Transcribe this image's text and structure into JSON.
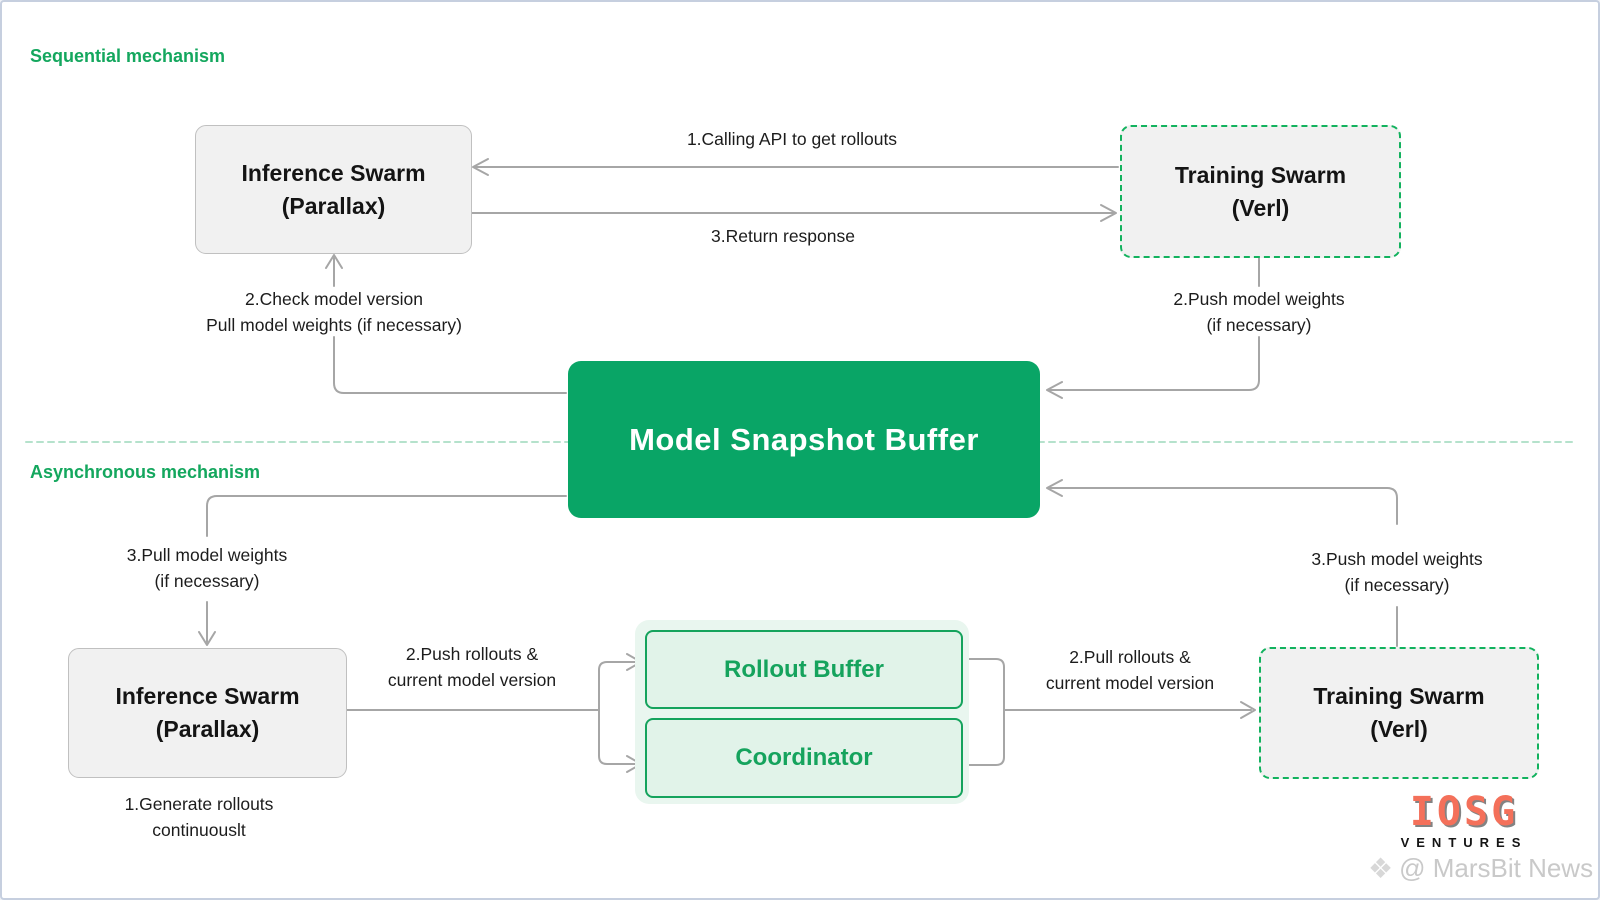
{
  "colors": {
    "accent_green": "#14a75e",
    "buffer_green": "#09a566",
    "light_green_fill": "#e1f3e9",
    "group_green_fill": "#e9f6ef",
    "green_border": "#12b25e",
    "line_gray": "#a6a6a6",
    "box_gray_fill": "#f1f1f1",
    "box_gray_border": "#c0c0c0",
    "logo_red": "#f4705a",
    "watermark_gray": "#c9c9c9"
  },
  "sequential": {
    "title": "Sequential mechanism",
    "inference": {
      "line1": "Inference Swarm",
      "line2": "(Parallax)"
    },
    "training": {
      "line1": "Training Swarm",
      "line2": "(Verl)"
    },
    "calling_api": "1.Calling API to get rollouts",
    "return_response": "3.Return response",
    "check_version": {
      "line1": "2.Check model version",
      "line2": "Pull model weights (if necessary)"
    },
    "push_weights": {
      "line1": "2.Push model weights",
      "line2": "(if necessary)"
    }
  },
  "buffer": {
    "label": "Model Snapshot Buffer"
  },
  "asynchronous": {
    "title": "Asynchronous mechanism",
    "pull_weights": {
      "line1": "3.Pull model weights",
      "line2": "(if necessary)"
    },
    "inference": {
      "line1": "Inference Swarm",
      "line2": "(Parallax)"
    },
    "generate": {
      "line1": "1.Generate rollouts",
      "line2": "continuouslt"
    },
    "push_rollouts": {
      "line1": "2.Push rollouts &",
      "line2": "current model version"
    },
    "rollout_buffer": "Rollout Buffer",
    "coordinator": "Coordinator",
    "pull_rollouts": {
      "line1": "2.Pull rollouts &",
      "line2": "current model version"
    },
    "push_weights": {
      "line1": "3.Push model weights",
      "line2": "(if necessary)"
    },
    "training": {
      "line1": "Training Swarm",
      "line2": "(Verl)"
    }
  },
  "branding": {
    "logo": "IOSG",
    "logo_sub": "VENTURES",
    "watermark_icon": "❖",
    "watermark": "@ MarsBit News"
  }
}
